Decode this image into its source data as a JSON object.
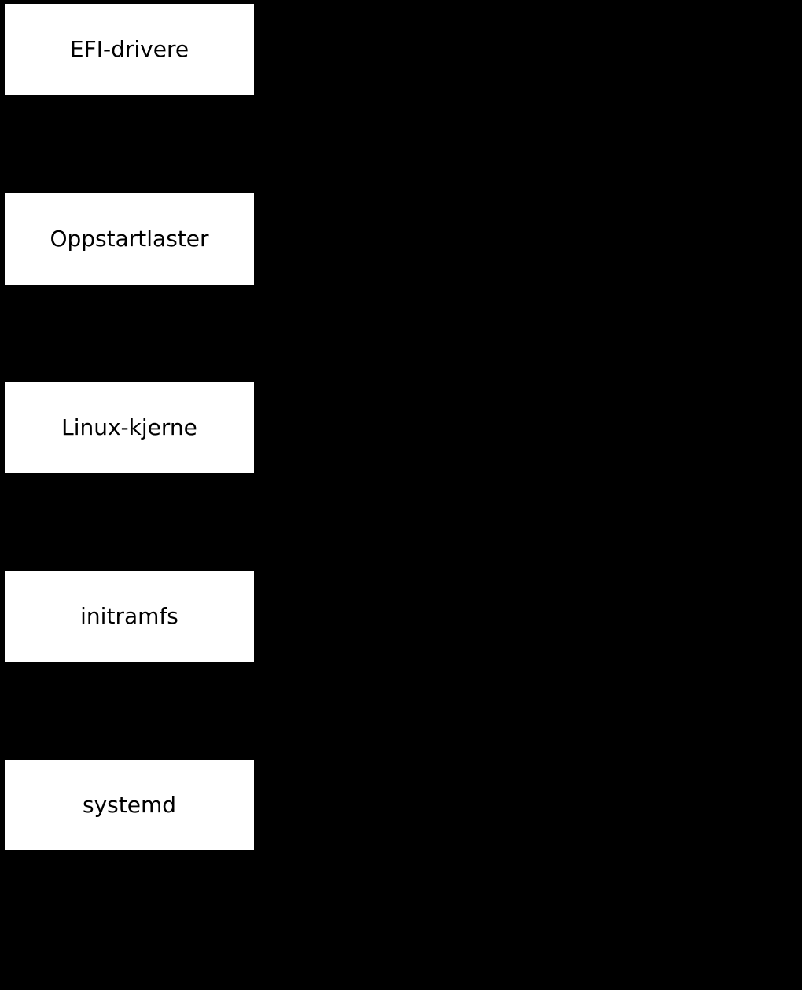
{
  "diagram": {
    "type": "flowchart-vertical",
    "nodes": [
      {
        "label": "EFI-drivere"
      },
      {
        "label": "Oppstartlaster"
      },
      {
        "label": "Linux-kjerne"
      },
      {
        "label": "initramfs"
      },
      {
        "label": "systemd"
      }
    ],
    "colors": {
      "background": "#000000",
      "node_fill": "#ffffff",
      "node_text": "#000000"
    }
  }
}
